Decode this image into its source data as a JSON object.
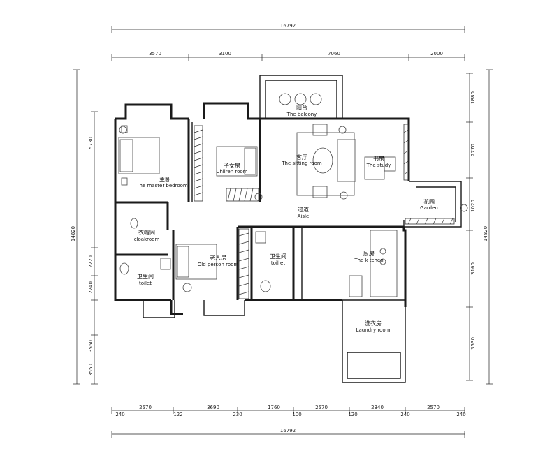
{
  "rooms": {
    "master": {
      "zh": "主卧",
      "en": "The master bedroom"
    },
    "children": {
      "zh": "子女房",
      "en": "Chilren room"
    },
    "balcony": {
      "zh": "阳台",
      "en": "The balcony"
    },
    "sitting": {
      "zh": "客厅",
      "en": "The sitting room"
    },
    "study": {
      "zh": "书房",
      "en": "The study"
    },
    "garden": {
      "zh": "花园",
      "en": "Garden"
    },
    "aisle": {
      "zh": "过道",
      "en": "Aisle"
    },
    "cloak": {
      "zh": "衣帽间",
      "en": "cloakroom"
    },
    "old": {
      "zh": "老人房",
      "en": "Old person room"
    },
    "toilet1": {
      "zh": "卫生间",
      "en": "toilet"
    },
    "toilet2": {
      "zh": "卫生间",
      "en": "toil et"
    },
    "kitchen": {
      "zh": "厨房",
      "en": "The k tchen"
    },
    "laundry": {
      "zh": "洗衣房",
      "en": "Laundry room"
    }
  },
  "dims": {
    "top_total": "16792",
    "top_segments": [
      "3570",
      "3100",
      "7060",
      "2000"
    ],
    "bottom_segments": [
      "2570",
      "3690",
      "1760",
      "2570",
      "2340",
      "2570"
    ],
    "bottom_small": [
      "240",
      "122",
      "230",
      "100",
      "120",
      "240",
      "240"
    ],
    "bottom_total": "16792",
    "left_total": "14820",
    "left_segments": [
      "5730",
      "2220",
      "2240",
      "3550",
      "3550"
    ],
    "right_total": "14820",
    "right_segments": [
      "1880",
      "2770",
      "3160",
      "3530",
      "1020"
    ]
  }
}
